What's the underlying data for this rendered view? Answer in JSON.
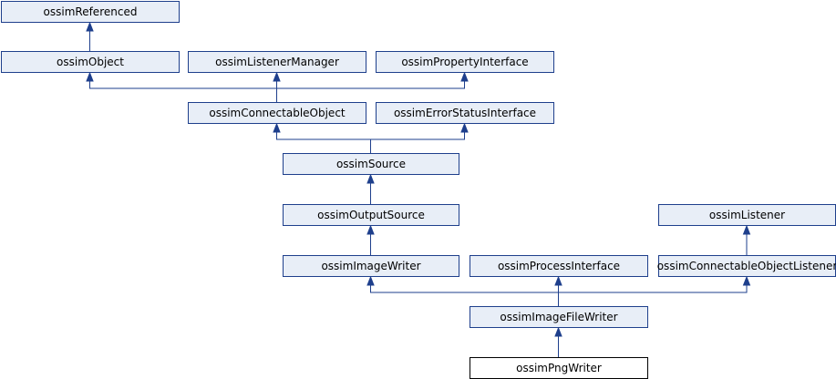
{
  "diagram": {
    "title": "",
    "colors": {
      "node_fill": "#e8eef7",
      "node_border": "#1e3f8c",
      "edge": "#1e3f8c",
      "current_fill": "#ffffff",
      "current_border": "#000000"
    },
    "nodes": [
      {
        "id": "referenced",
        "label": "ossimReferenced"
      },
      {
        "id": "object",
        "label": "ossimObject"
      },
      {
        "id": "listener_manager",
        "label": "ossimListenerManager"
      },
      {
        "id": "property_interface",
        "label": "ossimPropertyInterface"
      },
      {
        "id": "connectable_object",
        "label": "ossimConnectableObject"
      },
      {
        "id": "error_status_interface",
        "label": "ossimErrorStatusInterface"
      },
      {
        "id": "source",
        "label": "ossimSource"
      },
      {
        "id": "output_source",
        "label": "ossimOutputSource"
      },
      {
        "id": "listener",
        "label": "ossimListener"
      },
      {
        "id": "image_writer",
        "label": "ossimImageWriter"
      },
      {
        "id": "process_interface",
        "label": "ossimProcessInterface"
      },
      {
        "id": "connectable_object_listener",
        "label": "ossimConnectableObjectListener"
      },
      {
        "id": "image_file_writer",
        "label": "ossimImageFileWriter"
      },
      {
        "id": "png_writer",
        "label": "ossimPngWriter",
        "current": true
      }
    ],
    "edges": [
      {
        "from": "object",
        "to": "referenced"
      },
      {
        "from": "connectable_object",
        "to": "object"
      },
      {
        "from": "connectable_object",
        "to": "listener_manager"
      },
      {
        "from": "connectable_object",
        "to": "property_interface"
      },
      {
        "from": "source",
        "to": "connectable_object"
      },
      {
        "from": "source",
        "to": "error_status_interface"
      },
      {
        "from": "output_source",
        "to": "source"
      },
      {
        "from": "image_writer",
        "to": "output_source"
      },
      {
        "from": "connectable_object_listener",
        "to": "listener"
      },
      {
        "from": "image_file_writer",
        "to": "image_writer"
      },
      {
        "from": "image_file_writer",
        "to": "process_interface"
      },
      {
        "from": "image_file_writer",
        "to": "connectable_object_listener"
      },
      {
        "from": "png_writer",
        "to": "image_file_writer"
      }
    ]
  }
}
